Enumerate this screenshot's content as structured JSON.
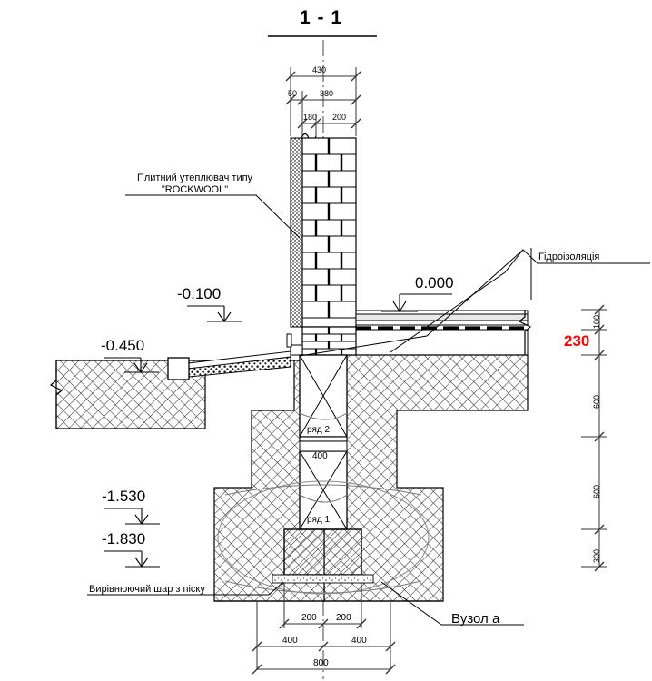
{
  "drawing": {
    "title": "1 - 1",
    "type": "architectural-section",
    "units": "mm / m"
  },
  "annotations": {
    "insulation_note_line1": "Плитний утеплювач типу",
    "insulation_note_line2": "\"ROCKWOOL\"",
    "waterproofing": "Гідроізоляція",
    "sand_leveling_layer": "Вирівнюючий шар з піску",
    "node_a": "Вузол а"
  },
  "elevations": [
    {
      "name": "elev-0-000",
      "value": "0.000"
    },
    {
      "name": "elev-minus-0-100",
      "value": "-0.100"
    },
    {
      "name": "elev-minus-0-450",
      "value": "-0.450"
    },
    {
      "name": "elev-minus-1-530",
      "value": "-1.530"
    },
    {
      "name": "elev-minus-1-830",
      "value": "-1.830"
    }
  ],
  "top_dimensions": {
    "row1": [
      "430"
    ],
    "row2": [
      "50",
      "380"
    ],
    "row3": [
      "180",
      "200"
    ]
  },
  "bottom_dimensions": {
    "row1": [
      "200",
      "200"
    ],
    "row2": [
      "400",
      "400"
    ],
    "row3": [
      "800"
    ]
  },
  "right_dimensions": [
    "100",
    "600",
    "600",
    "300"
  ],
  "highlight": {
    "value": "230",
    "color": "#ff0000"
  },
  "column_labels": {
    "row2": "ряд 2",
    "row1": "ряд 1",
    "inner_dim": "400"
  }
}
